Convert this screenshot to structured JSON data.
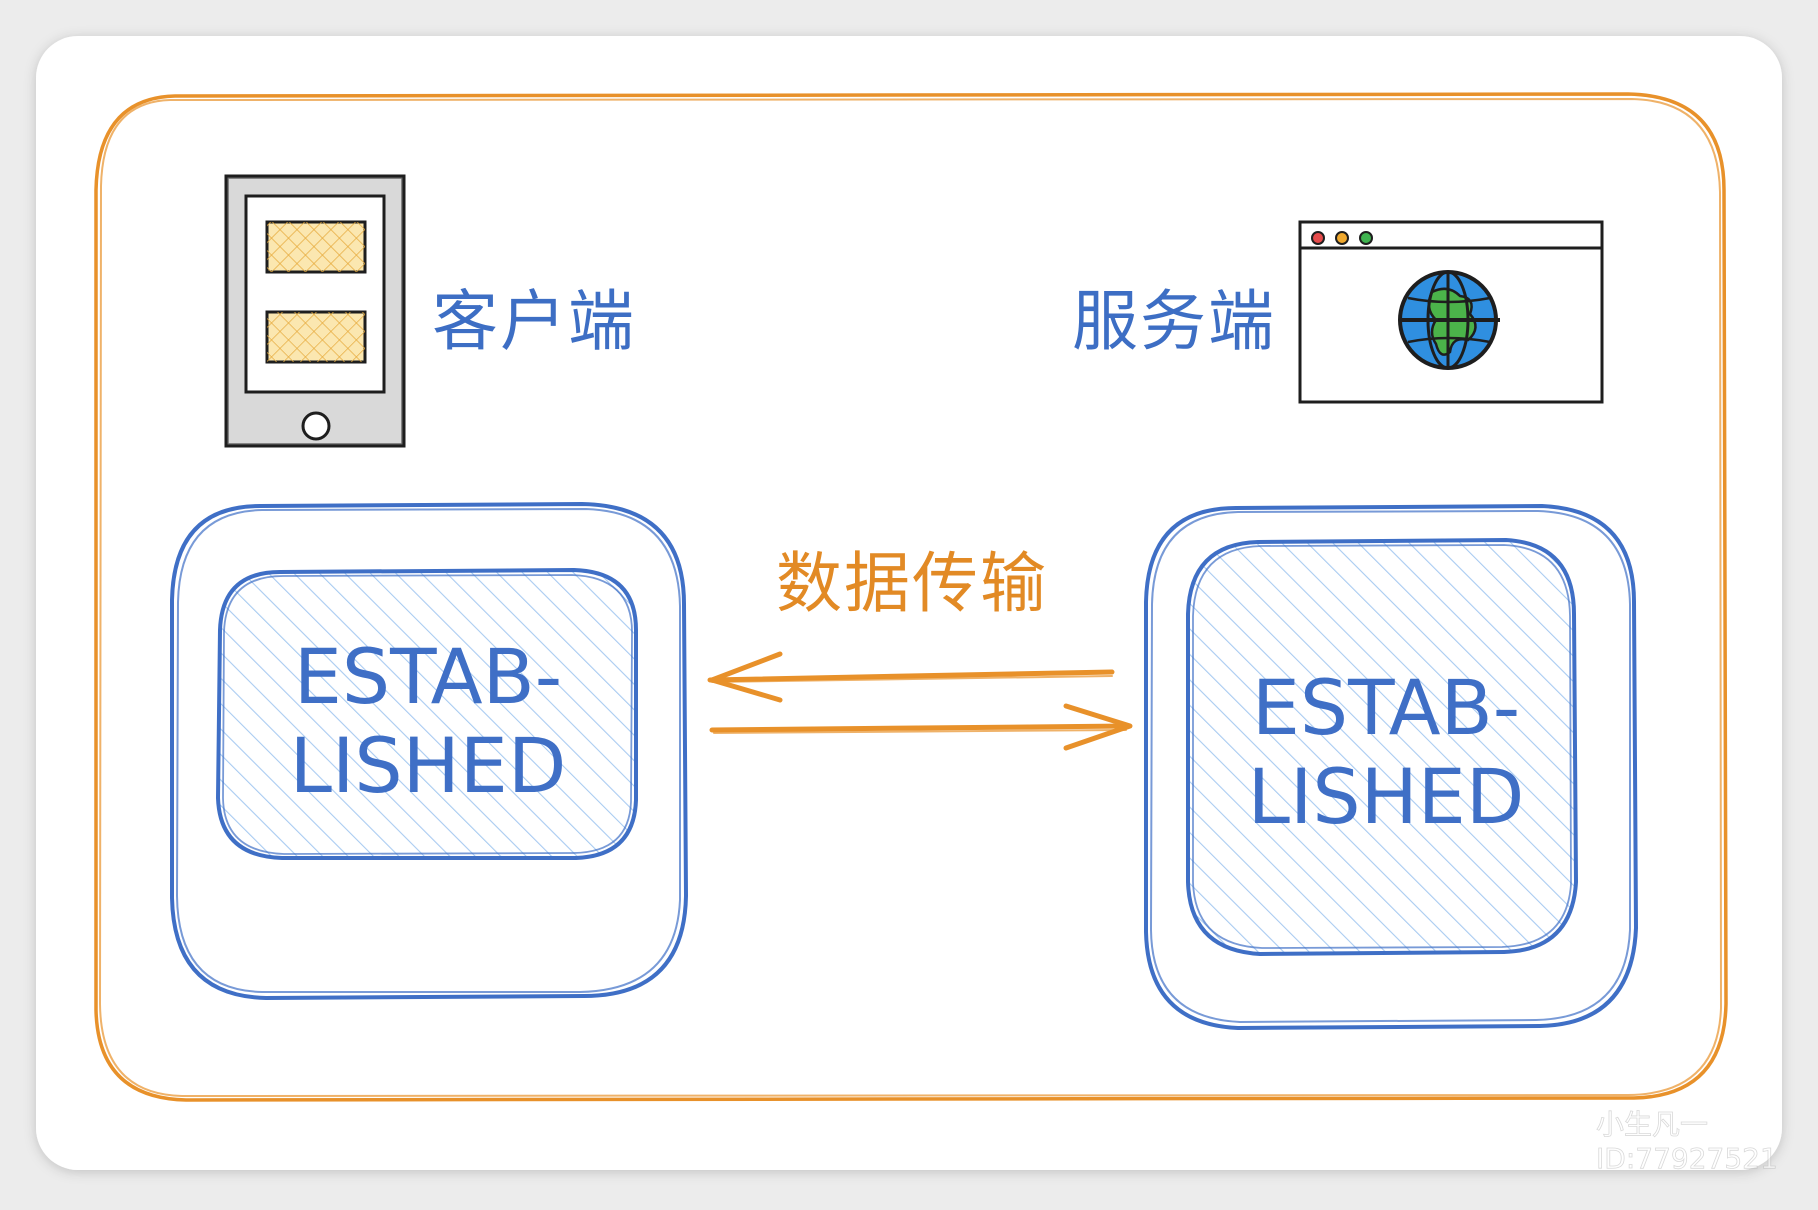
{
  "diagram": {
    "client_label": "客户端",
    "server_label": "服务端",
    "transfer_label": "数据传输",
    "client_state_line1": "ESTAB-",
    "client_state_line2": "LISHED",
    "server_state_line1": "ESTAB-",
    "server_state_line2": "LISHED"
  },
  "watermark": {
    "name": "小生凡一",
    "id": "ID:77927521"
  },
  "colors": {
    "orange": "#e8912a",
    "blue": "#3f6fc6",
    "hatch_blue": "#a9cbf1",
    "hatch_yellow": "#f2c24a",
    "text_blue": "#3d6ec4",
    "text_orange": "#e28a25"
  },
  "icons": {
    "client": "tablet-icon",
    "server": "browser-globe-icon",
    "watermark": "toutiao-logo-icon"
  }
}
